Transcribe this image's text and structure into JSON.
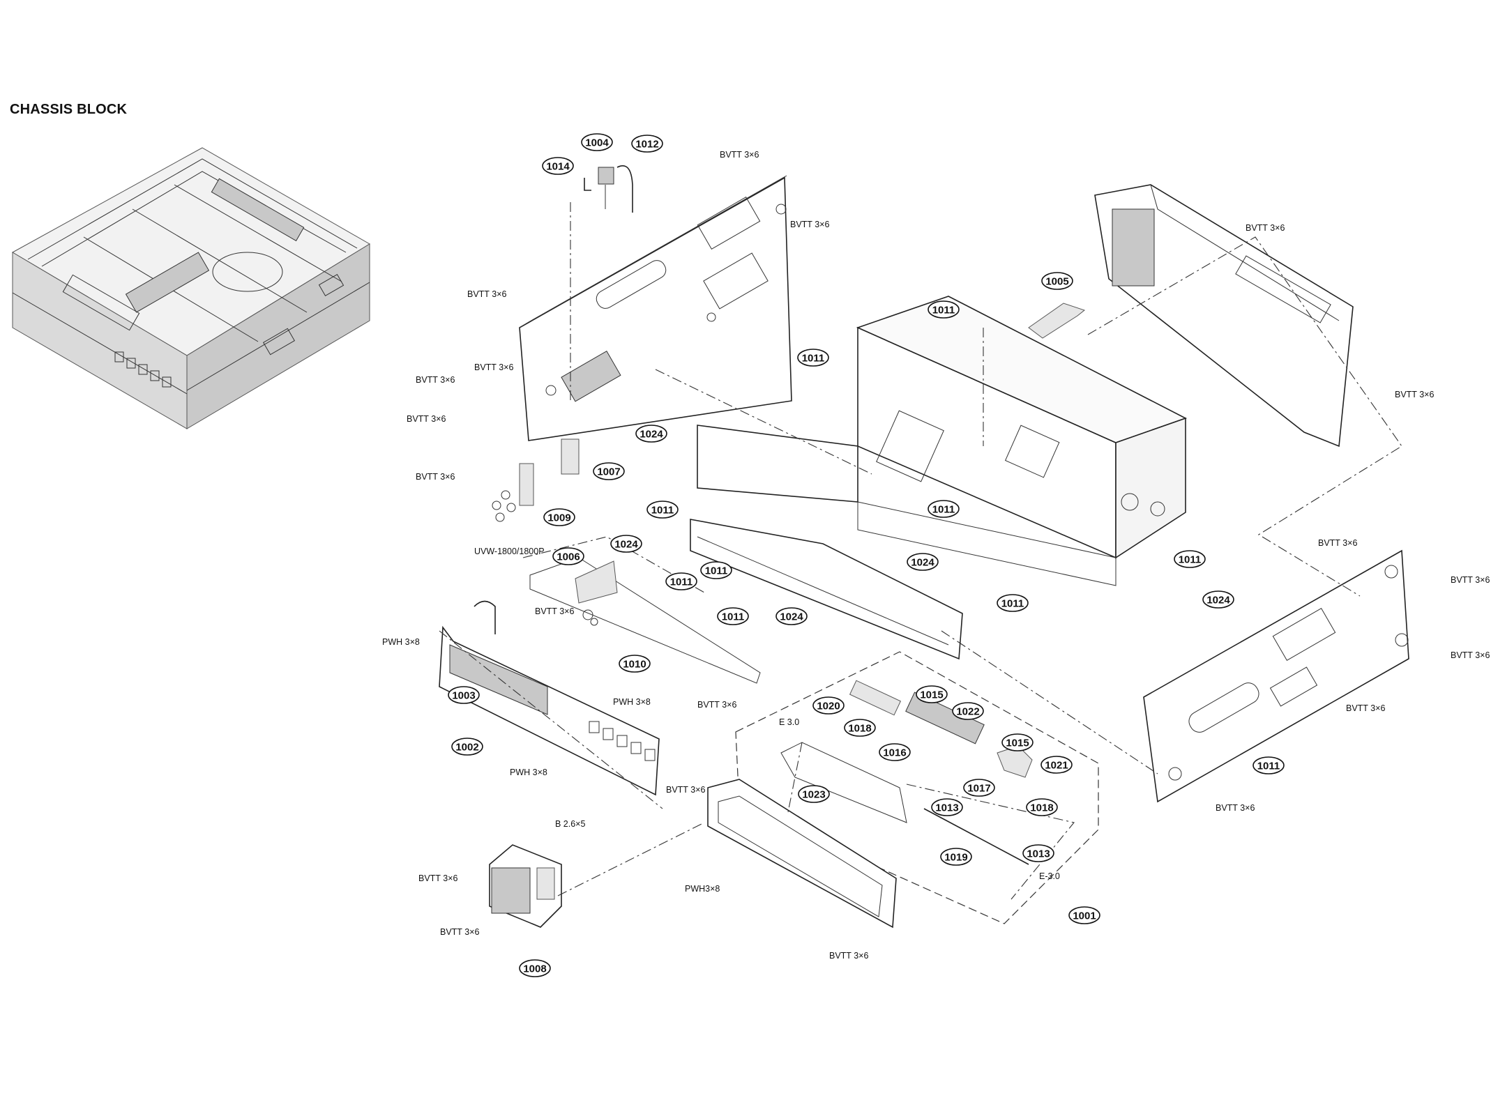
{
  "title": "CHASSIS BLOCK",
  "parts": [
    {
      "id": "p1004",
      "label": "1004"
    },
    {
      "id": "p1012",
      "label": "1012"
    },
    {
      "id": "p1014",
      "label": "1014"
    },
    {
      "id": "p1005",
      "label": "1005"
    },
    {
      "id": "p1011a",
      "label": "1011"
    },
    {
      "id": "p1011b",
      "label": "1011"
    },
    {
      "id": "p1024a",
      "label": "1024"
    },
    {
      "id": "p1007",
      "label": "1007"
    },
    {
      "id": "p1009",
      "label": "1009"
    },
    {
      "id": "p1011c",
      "label": "1011"
    },
    {
      "id": "p1011d",
      "label": "1011"
    },
    {
      "id": "p1006",
      "label": "1006"
    },
    {
      "id": "p1024b",
      "label": "1024"
    },
    {
      "id": "p1011e",
      "label": "1011"
    },
    {
      "id": "p1011f",
      "label": "1011"
    },
    {
      "id": "p1024c",
      "label": "1024"
    },
    {
      "id": "p1011g",
      "label": "1011"
    },
    {
      "id": "p1024d",
      "label": "1024"
    },
    {
      "id": "p1011h",
      "label": "1011"
    },
    {
      "id": "p1011i",
      "label": "1011"
    },
    {
      "id": "p1024e",
      "label": "1024"
    },
    {
      "id": "p1010",
      "label": "1010"
    },
    {
      "id": "p1003",
      "label": "1003"
    },
    {
      "id": "p1002",
      "label": "1002"
    },
    {
      "id": "p1020",
      "label": "1020"
    },
    {
      "id": "p1015a",
      "label": "1015"
    },
    {
      "id": "p1022",
      "label": "1022"
    },
    {
      "id": "p1018a",
      "label": "1018"
    },
    {
      "id": "p1016",
      "label": "1016"
    },
    {
      "id": "p1015b",
      "label": "1015"
    },
    {
      "id": "p1021",
      "label": "1021"
    },
    {
      "id": "p1017",
      "label": "1017"
    },
    {
      "id": "p1023",
      "label": "1023"
    },
    {
      "id": "p1013a",
      "label": "1013"
    },
    {
      "id": "p1018b",
      "label": "1018"
    },
    {
      "id": "p1019",
      "label": "1019"
    },
    {
      "id": "p1013b",
      "label": "1013"
    },
    {
      "id": "p1001",
      "label": "1001"
    },
    {
      "id": "p1011j",
      "label": "1011"
    },
    {
      "id": "p1008",
      "label": "1008"
    }
  ],
  "screws": [
    {
      "id": "s1",
      "label": "BVTT 3×6"
    },
    {
      "id": "s2",
      "label": "BVTT 3×6"
    },
    {
      "id": "s3",
      "label": "BVTT 3×6"
    },
    {
      "id": "s4",
      "label": "BVTT 3×6"
    },
    {
      "id": "s5",
      "label": "BVTT 3×6"
    },
    {
      "id": "s6",
      "label": "BVTT 3×6"
    },
    {
      "id": "s7",
      "label": "BVTT 3×6"
    },
    {
      "id": "s8",
      "label": "BVTT 3×6"
    },
    {
      "id": "s9",
      "label": "BVTT 3×6"
    },
    {
      "id": "s10",
      "label": "BVTT 3×6"
    },
    {
      "id": "s11",
      "label": "BVTT 3×6"
    },
    {
      "id": "s12",
      "label": "BVTT 3×6"
    },
    {
      "id": "s13",
      "label": "BVTT 3×6"
    },
    {
      "id": "s14",
      "label": "BVTT 3×6"
    },
    {
      "id": "s15",
      "label": "BVTT 3×6"
    },
    {
      "id": "s16",
      "label": "BVTT 3×6"
    },
    {
      "id": "s17",
      "label": "BVTT 3×6"
    },
    {
      "id": "s18",
      "label": "BVTT 3×6"
    },
    {
      "id": "s19",
      "label": "BVTT 3×6"
    },
    {
      "id": "s20",
      "label": "BVTT 3×6"
    },
    {
      "id": "w1",
      "label": "PWH 3×8"
    },
    {
      "id": "w2",
      "label": "PWH 3×8"
    },
    {
      "id": "w3",
      "label": "PWH 3×8"
    },
    {
      "id": "w4",
      "label": "PWH3×8"
    },
    {
      "id": "b1",
      "label": "B 2.6×5"
    },
    {
      "id": "e1",
      "label": "E 3.0"
    },
    {
      "id": "e2",
      "label": "E-3.0"
    }
  ],
  "notes": {
    "model": "UVW-1800/1800P"
  }
}
